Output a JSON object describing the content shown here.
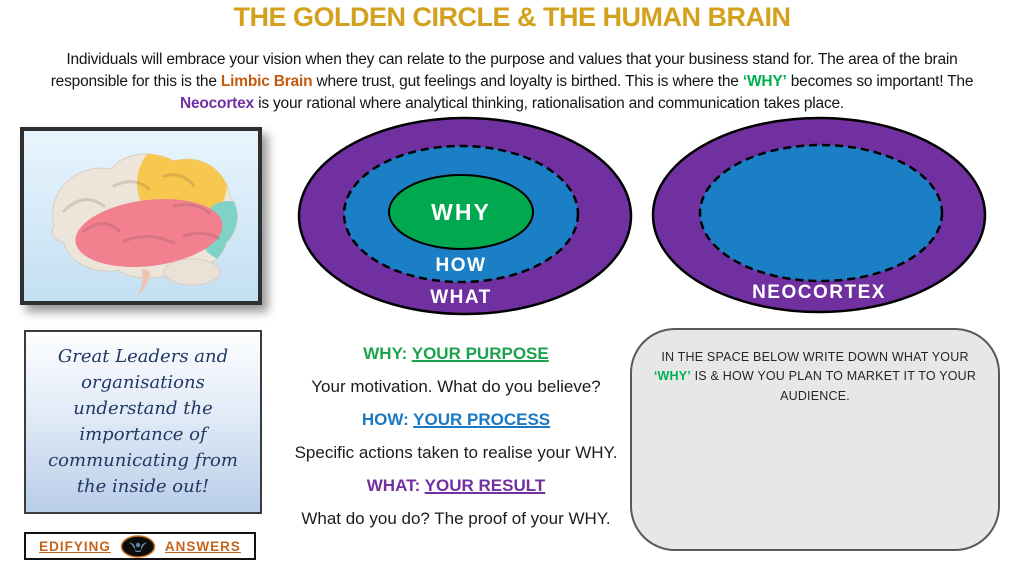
{
  "colors": {
    "title_gold": "#D4A11E",
    "orange": "#C55A11",
    "green": "#00B050",
    "green_fill": "#00A94F",
    "blue_fill": "#1B7FC5",
    "purple_fill": "#7030A0",
    "navy": "#1F3864",
    "note_bg": "#E8E7E7"
  },
  "title": "THE GOLDEN CIRCLE & THE HUMAN BRAIN",
  "intro": {
    "p1": "Individuals will embrace your vision when they can relate to the purpose and values that your business stand for. The area of the brain responsible for this is the ",
    "limbic": "Limbic Brain",
    "p2": " where trust, gut feelings and loyalty is birthed. This is where the ",
    "why": "‘WHY’",
    "p3": " becomes so important! The ",
    "neocortex": "Neocortex",
    "p4": " is your rational where analytical thinking, rationalisation and communication takes place."
  },
  "golden_circle": {
    "why": "WHY",
    "how": "HOW",
    "what": "WHAT"
  },
  "neocortex_circle": {
    "label": "NEOCORTEX"
  },
  "quote_box": {
    "lines": [
      "Great Leaders and",
      "organisations",
      "understand the",
      "importance of",
      "communicating from",
      "the inside out!"
    ]
  },
  "center": {
    "items": [
      {
        "label": "WHY: ",
        "title": "YOUR PURPOSE",
        "desc": "Your motivation. What do you believe?"
      },
      {
        "label": "HOW: ",
        "title": "YOUR PROCESS",
        "desc": "Specific actions taken to realise your WHY."
      },
      {
        "label": "WHAT: ",
        "title": "YOUR RESULT",
        "desc": "What do you do? The proof of your WHY."
      }
    ]
  },
  "note_box": {
    "p1": "IN THE SPACE BELOW WRITE DOWN WHAT YOUR ",
    "why": "‘WHY’",
    "p2": " IS & HOW YOU PLAN TO MARKET IT TO YOUR AUDIENCE."
  },
  "logo": {
    "left": "EDIFYING",
    "right": "ANSWERS"
  }
}
